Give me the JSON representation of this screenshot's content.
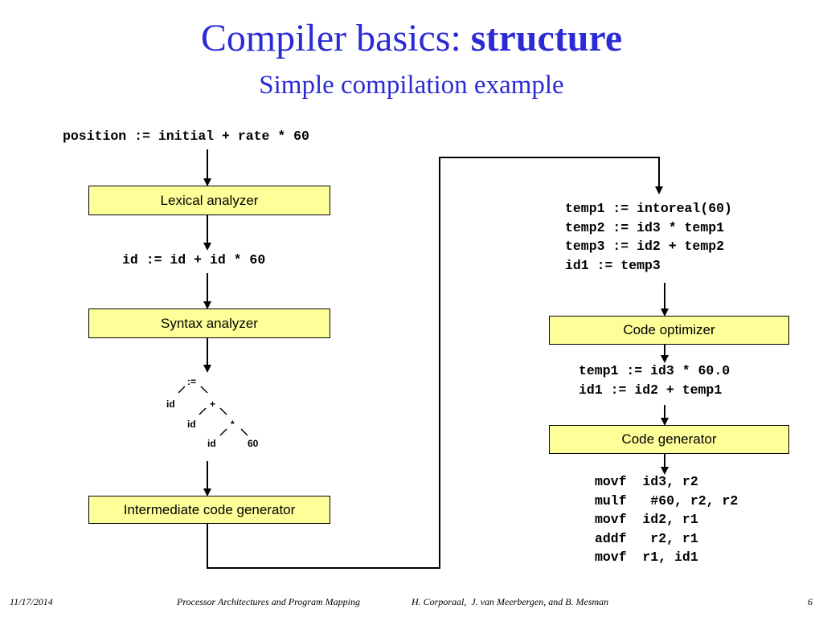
{
  "title": {
    "main": "Compiler basics: ",
    "bold": "structure",
    "subtitle": "Simple compilation example"
  },
  "source_statement": "position := initial + rate * 60",
  "phases": {
    "lexical": "Lexical analyzer",
    "syntax": "Syntax analyzer",
    "intermediate": "Intermediate code generator",
    "optimizer": "Code optimizer",
    "codegen": "Code generator"
  },
  "token_stream": "id := id + id * 60",
  "syntax_tree": {
    "assign": ":=",
    "id1": "id",
    "plus": "+",
    "id2": "id",
    "times": "*",
    "id3": "id",
    "const": "60"
  },
  "intermediate_code": [
    "temp1 := intoreal(60)",
    "temp2 := id3 * temp1",
    "temp3 := id2 + temp2",
    "id1 := temp3"
  ],
  "optimized_code": [
    "temp1 := id3 * 60.0",
    "id1 := id2 + temp1"
  ],
  "target_code": [
    "movf  id3, r2",
    "mulf   #60, r2, r2",
    "movf  id2, r1",
    "addf   r2, r1",
    "movf  r1, id1"
  ],
  "footer": {
    "date": "11/17/2014",
    "course": "Processor Architectures and Program Mapping",
    "authors": "H. Corporaal,  J. van Meerbergen, and B. Mesman",
    "page": "6"
  }
}
